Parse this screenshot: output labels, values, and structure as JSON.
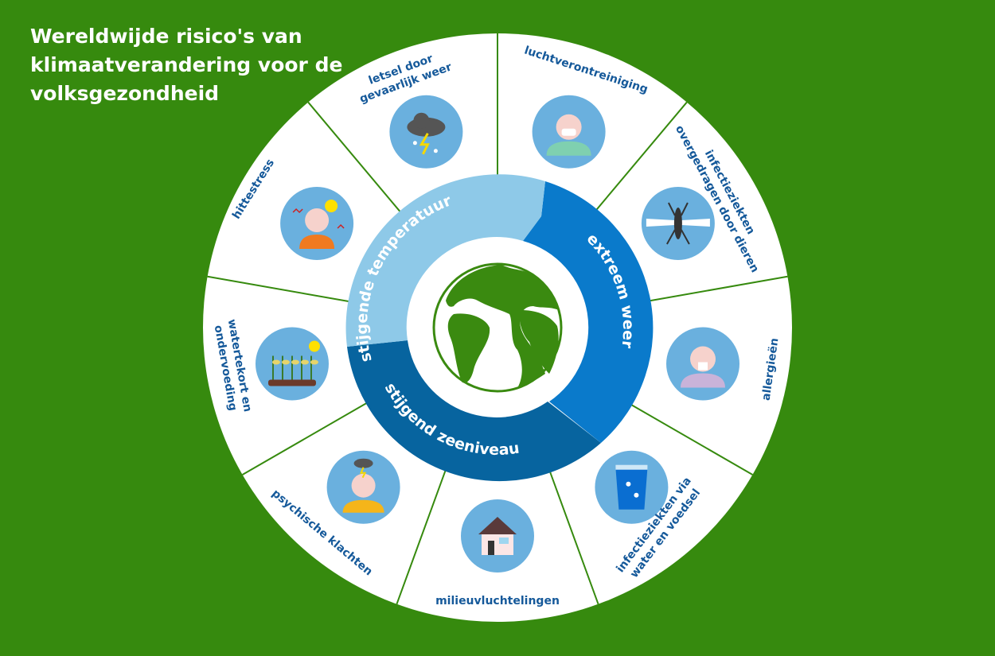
{
  "title": [
    "Wereldwijde risico's van",
    "klimaatverandering voor de",
    "volksgezondheid"
  ],
  "colors": {
    "background": "#368a0e",
    "segment": "#ffffff",
    "divider": "#368a0e",
    "icon_bg": "#6ab0de",
    "temperature": "#8ec9e8",
    "weather": "#0a7acb",
    "sealevel": "#07649f",
    "globe": "#3a8a10",
    "label": "#15599a"
  },
  "center": {
    "globe_icon": "globe-icon"
  },
  "drivers": {
    "temperature": "stijgende temperatuur",
    "weather": "extreem weer",
    "sealevel": "stijgend zeeniveau"
  },
  "risks": [
    {
      "lines": [
        "luchtverontreiniging"
      ],
      "icon": "face-mask-icon"
    },
    {
      "lines": [
        "infectieziekten",
        "overgedragen door dieren"
      ],
      "icon": "mosquito-icon"
    },
    {
      "lines": [
        "allergieën"
      ],
      "icon": "sneezing-person-icon"
    },
    {
      "lines": [
        "infectieziekten via",
        "water en voedsel"
      ],
      "icon": "water-glass-icon"
    },
    {
      "lines": [
        "milieuvluchtelingen"
      ],
      "icon": "house-icon"
    },
    {
      "lines": [
        "psychische klachten"
      ],
      "icon": "storm-cloud-head-icon"
    },
    {
      "lines": [
        "watertekort en",
        "ondervoeding"
      ],
      "icon": "withered-crops-icon"
    },
    {
      "lines": [
        "hittestress"
      ],
      "icon": "sweating-person-icon"
    },
    {
      "lines": [
        "letsel door",
        "gevaarlijk weer"
      ],
      "icon": "thunderstorm-icon"
    }
  ]
}
